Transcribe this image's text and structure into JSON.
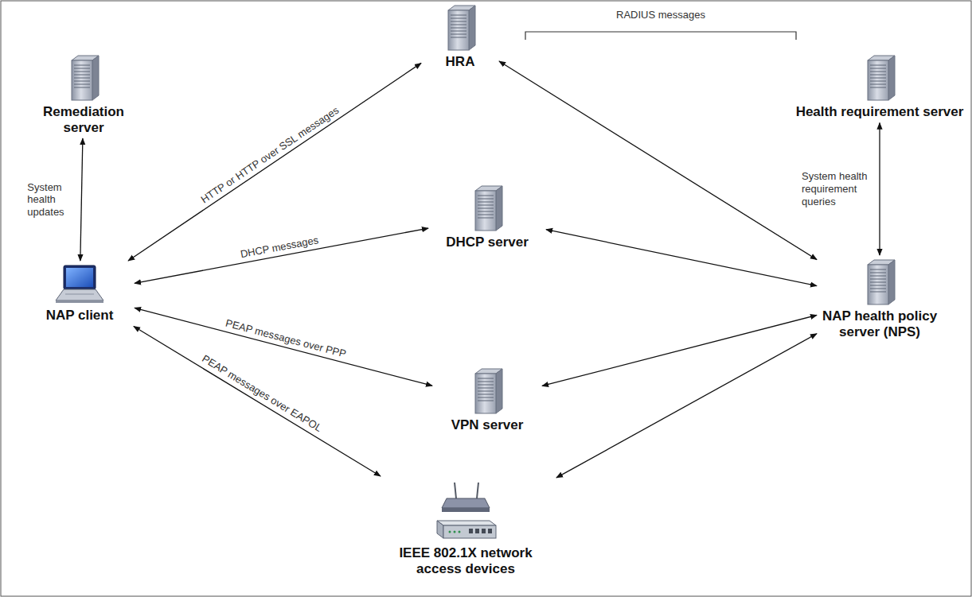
{
  "diagram": {
    "nodes": [
      {
        "text": [
          "Remediation server"
        ]
      },
      {
        "text": [
          "HRA"
        ]
      },
      {
        "text": [
          "Health requirement server"
        ]
      },
      {
        "text": [
          "DHCP server"
        ]
      },
      {
        "text": [
          "NAP client"
        ]
      },
      {
        "text": [
          "NAP health policy server (NPS)"
        ]
      },
      {
        "text": [
          "VPN server"
        ]
      },
      {
        "text": [
          "IEEE 802.1X network access devices"
        ]
      }
    ],
    "edges": [
      {
        "from": 0,
        "to": 4,
        "label": "System health updates",
        "arrow": "both"
      },
      {
        "from": 4,
        "to": 1,
        "label": "HTTP or HTTP over SSL messages",
        "arrow": "both"
      },
      {
        "from": 4,
        "to": 3,
        "label": "DHCP messages",
        "arrow": "both"
      },
      {
        "from": 4,
        "to": 6,
        "label": "PEAP messages over PPP",
        "arrow": "both"
      },
      {
        "from": 4,
        "to": 7,
        "label": "PEAP messages over EAPOL",
        "arrow": "both"
      },
      {
        "from": 1,
        "to": 5,
        "arrow": "both"
      },
      {
        "from": 3,
        "to": 5,
        "arrow": "both"
      },
      {
        "from": 6,
        "to": 5,
        "arrow": "both"
      },
      {
        "from": 7,
        "to": 5,
        "arrow": "both"
      },
      {
        "from": 2,
        "to": 5,
        "label": "System health requirement queries",
        "arrow": "both"
      }
    ],
    "labels": [
      "RADIUS messages"
    ]
  }
}
